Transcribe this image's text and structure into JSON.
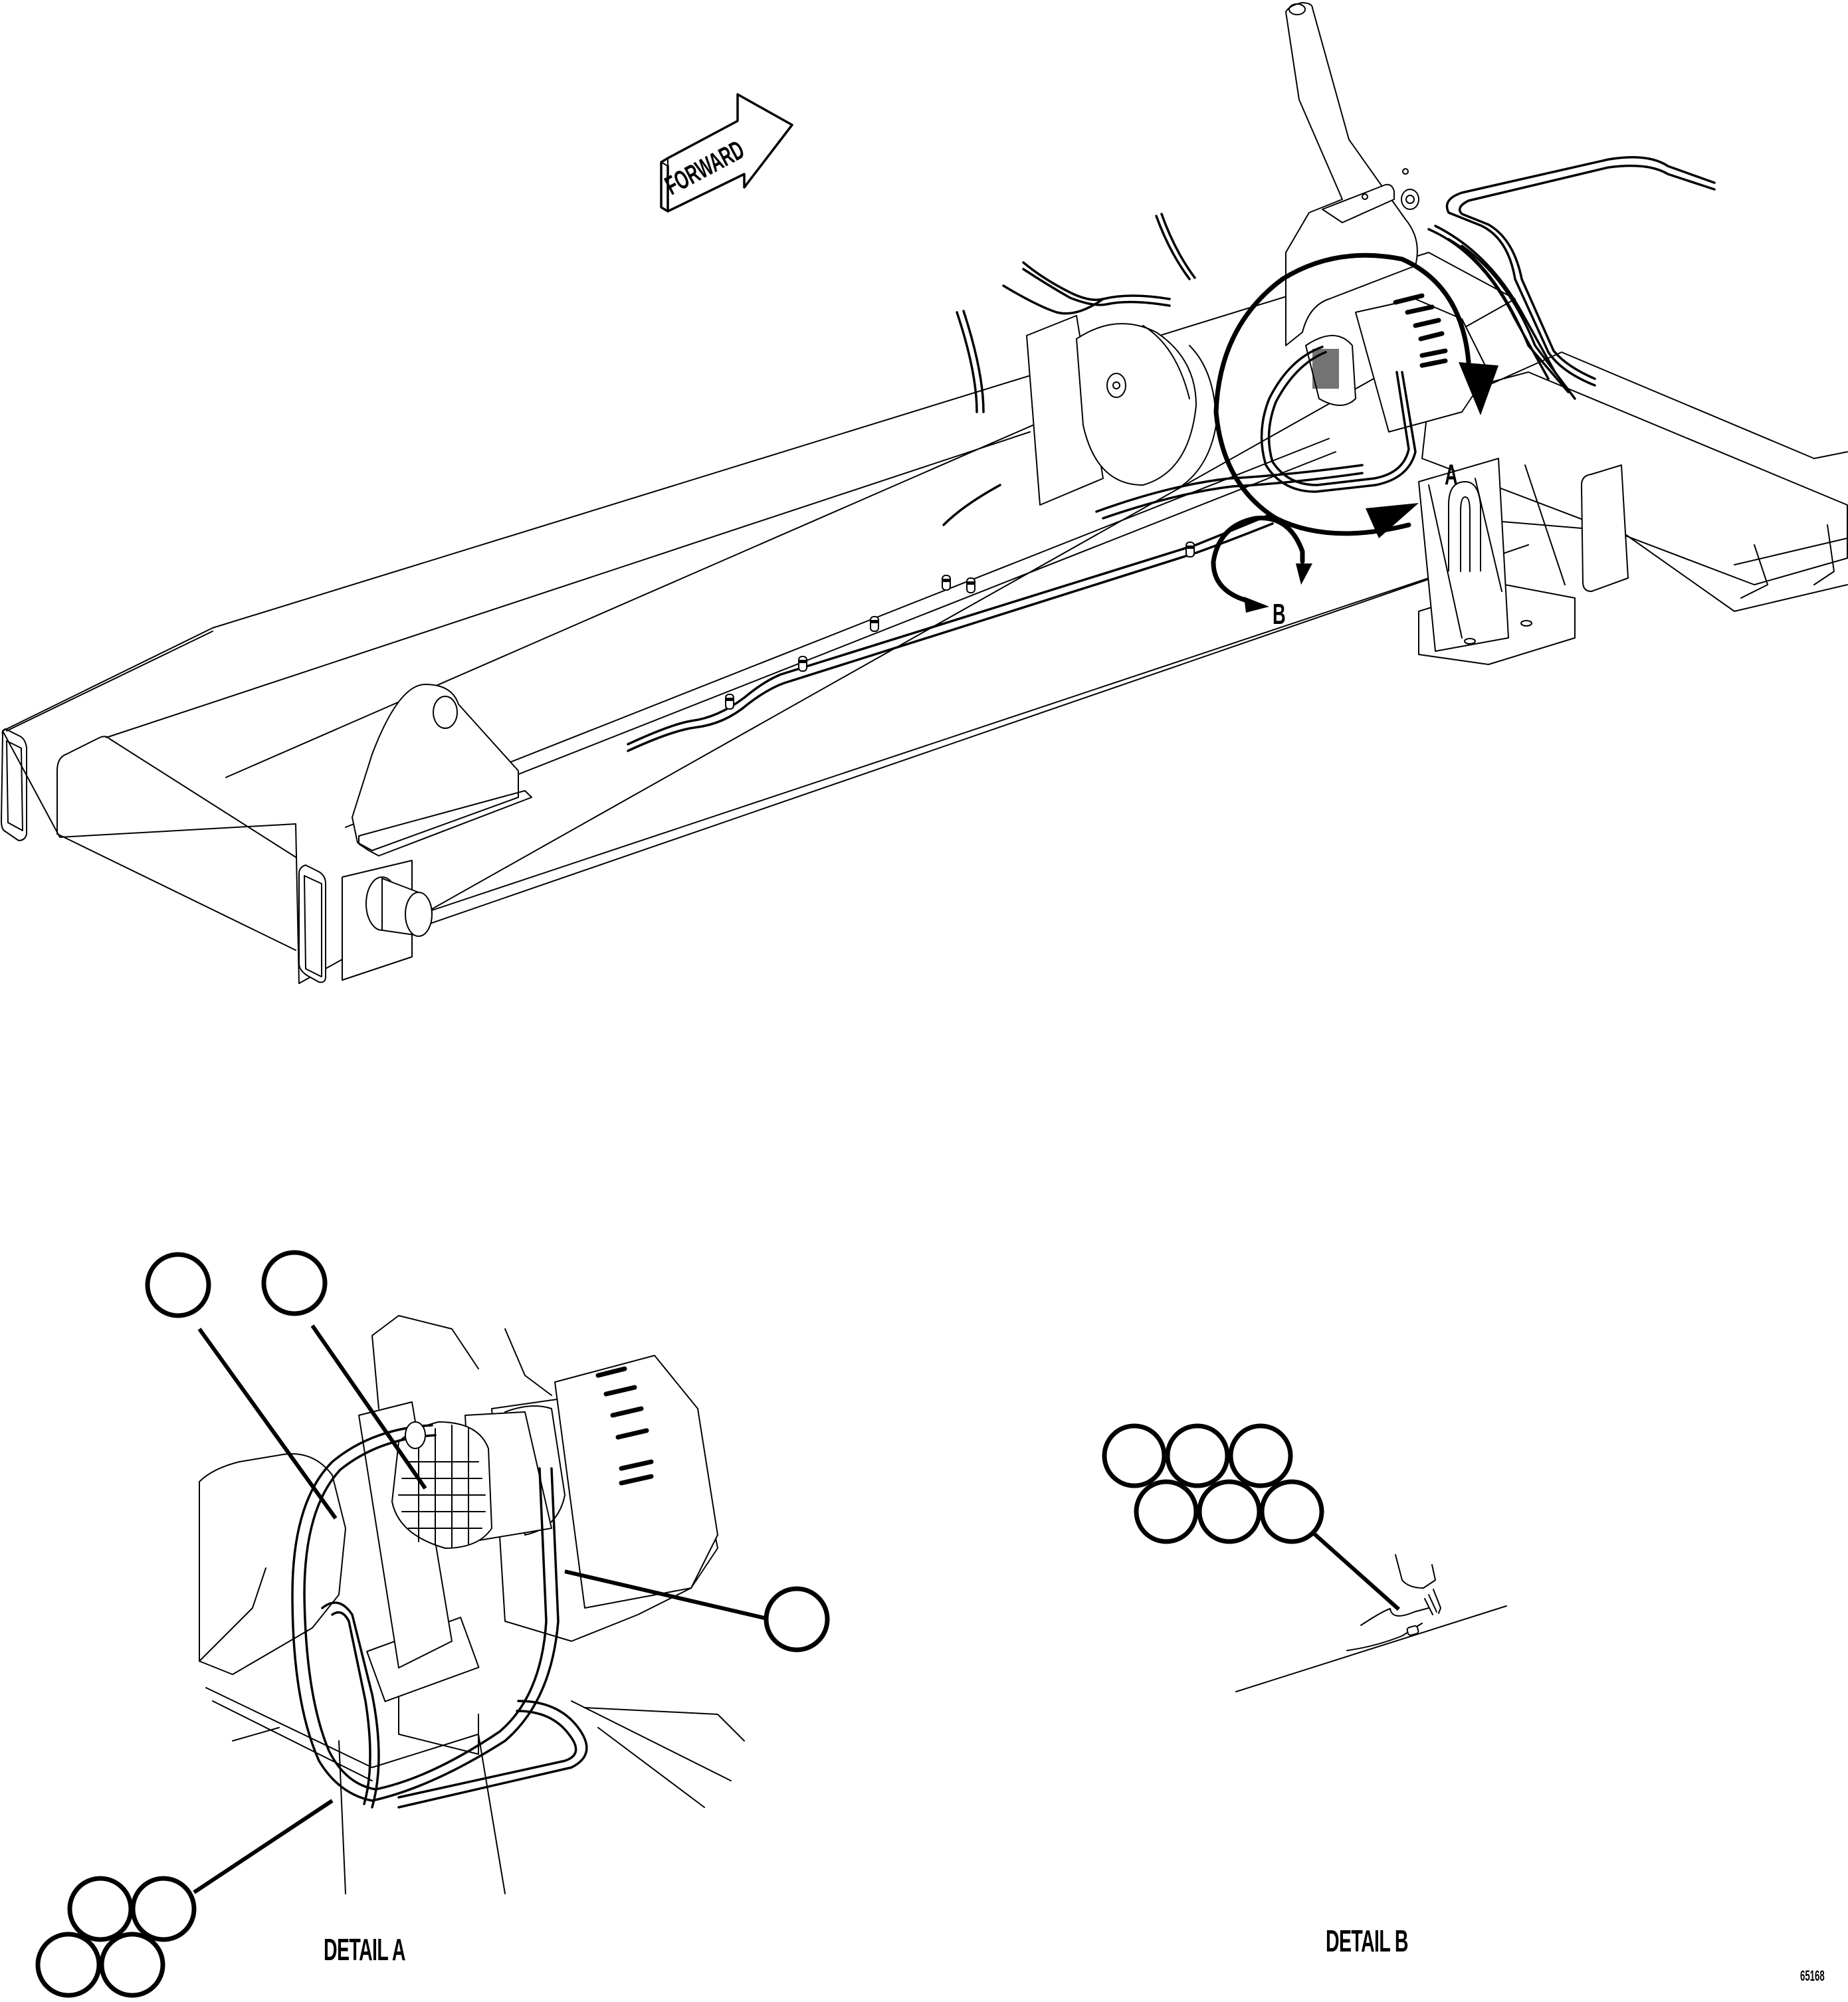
{
  "figure": {
    "id": "65168",
    "type": "isometric line illustration - frame, motor/pump assembly and wiring harness routing"
  },
  "orientation": {
    "arrow_label": "FORWARD",
    "arrow_icon": "forward-direction-arrow"
  },
  "main_view": {
    "callouts": [
      {
        "letter": "A",
        "target": "motor/alternator assembly with harness (circle with rotation arrows)"
      },
      {
        "letter": "B",
        "target": "harness clip on frame rail (circle with rotation arrows)"
      }
    ],
    "harness_clips_visible": 5
  },
  "details": [
    {
      "title": "DETAIL A",
      "balloons": [
        {
          "group": "top-left",
          "count": 1,
          "text": ""
        },
        {
          "group": "top-center",
          "count": 1,
          "text": ""
        },
        {
          "group": "right",
          "count": 1,
          "text": ""
        },
        {
          "group": "bottom-left-cluster",
          "count": 4,
          "text": ""
        }
      ]
    },
    {
      "title": "DETAIL B",
      "balloons": [
        {
          "group": "cluster-top-row",
          "count": 3,
          "text": ""
        },
        {
          "group": "cluster-bottom-row",
          "count": 3,
          "text": ""
        }
      ]
    }
  ],
  "colors": {
    "line": "#000000",
    "background": "#ffffff"
  }
}
